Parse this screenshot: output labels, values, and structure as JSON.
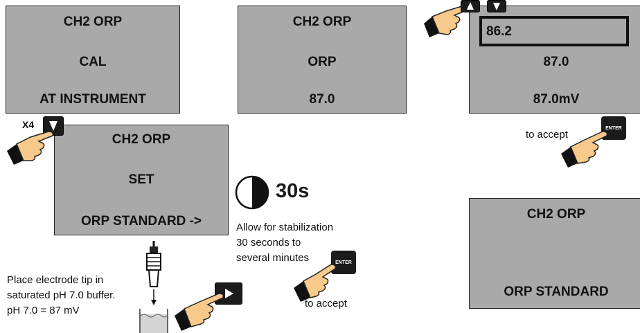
{
  "screens": {
    "s1": {
      "line1": "CH2 ORP",
      "line2": "CAL",
      "line3": "AT INSTRUMENT"
    },
    "s2": {
      "line1": "CH2 ORP",
      "line2": "ORP",
      "line3": "87.0"
    },
    "s3": {
      "input_value": "86.2",
      "line2": "87.0",
      "line3": "87.0mV"
    },
    "s4": {
      "line1": "CH2 ORP",
      "line2": "SET",
      "line3": "ORP STANDARD ->"
    },
    "s5": {
      "line1": "CH2 ORP",
      "line3": "ORP STANDARD"
    }
  },
  "labels": {
    "x4": "X4",
    "enter_key": "ENTER",
    "to_accept_top": "to accept",
    "to_accept_bottom": "to accept",
    "timer": "30s",
    "stab_1": "Allow for stabilization",
    "stab_2": "30 seconds to",
    "stab_3": "several minutes",
    "place_1": "Place electrode tip in",
    "place_2": "saturated pH 7.0 buffer.",
    "place_3": "pH 7.0 = 87 mV"
  },
  "icons": [
    "pointing-hand-icon",
    "down-arrow-key-icon",
    "up-arrow-key-icon",
    "right-arrow-key-icon",
    "enter-key-icon",
    "half-circle-timer-icon",
    "electrode-icon",
    "buffer-beaker-icon"
  ],
  "colors": {
    "screen_bg": "#a9a9a9",
    "hand_fill": "#f7c98a",
    "key_bg": "#1c1c1c"
  }
}
